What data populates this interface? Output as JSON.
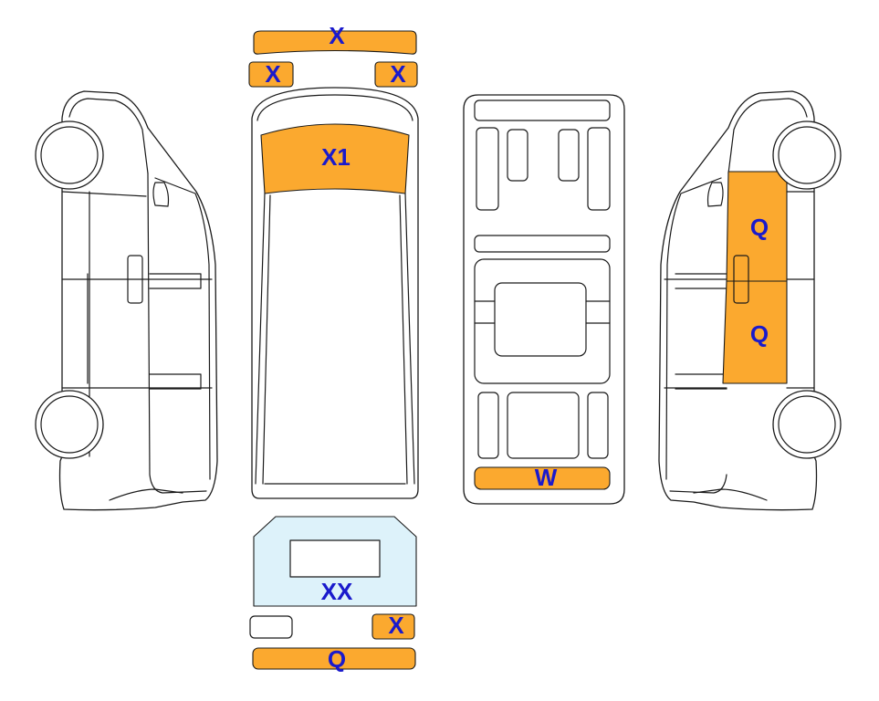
{
  "colors": {
    "damage": "#fba92f",
    "glass": "#ddf2fa",
    "label": "#1a1acc",
    "outline": "#1a1a1a"
  },
  "labels": {
    "front_bumper": "X",
    "front_left_light": "X",
    "front_right_light": "X",
    "hood": "X1",
    "right_side_upper": "Q",
    "right_side_lower": "Q",
    "underbody_rear": "W",
    "rear_window": "XX",
    "rear_right_light": "X",
    "rear_bumper": "Q"
  }
}
